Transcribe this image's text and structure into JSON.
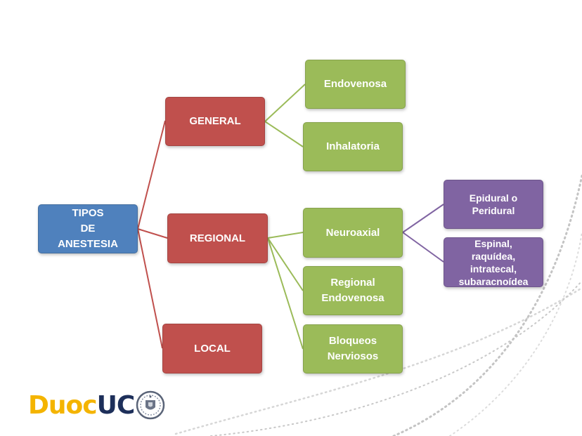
{
  "colors": {
    "root": "#4f81bd",
    "level1": "#c0504d",
    "level2": "#9bbb59",
    "level3": "#8064a2",
    "link_level1": "#c0504d",
    "link_level2": "#9bbb59",
    "link_level3": "#8064a2",
    "logo_duoc": "#f4b400",
    "logo_uc": "#1d2f5a"
  },
  "diagram": {
    "root": {
      "label": "TIPOS\nDE\nANESTESIA"
    },
    "general": {
      "label": "GENERAL"
    },
    "regional": {
      "label": "REGIONAL"
    },
    "local": {
      "label": "LOCAL"
    },
    "endovenosa": {
      "label": "Endovenosa"
    },
    "inhalatoria": {
      "label": "Inhalatoria"
    },
    "neuroaxial": {
      "label": "Neuroaxial"
    },
    "regional_endovenosa": {
      "label": "Regional\nEndovenosa"
    },
    "bloqueos_nerviosos": {
      "label": "Bloqueos\nNerviosos"
    },
    "epidural": {
      "label": "Epidural o\nPeridural"
    },
    "espinal": {
      "label": "Espinal,\nraquídea,\nintratecal,\nsubaracnoídea"
    }
  },
  "logo": {
    "duoc": "Duoc",
    "uc": "UC",
    "seal_icon": "university-seal-icon"
  }
}
